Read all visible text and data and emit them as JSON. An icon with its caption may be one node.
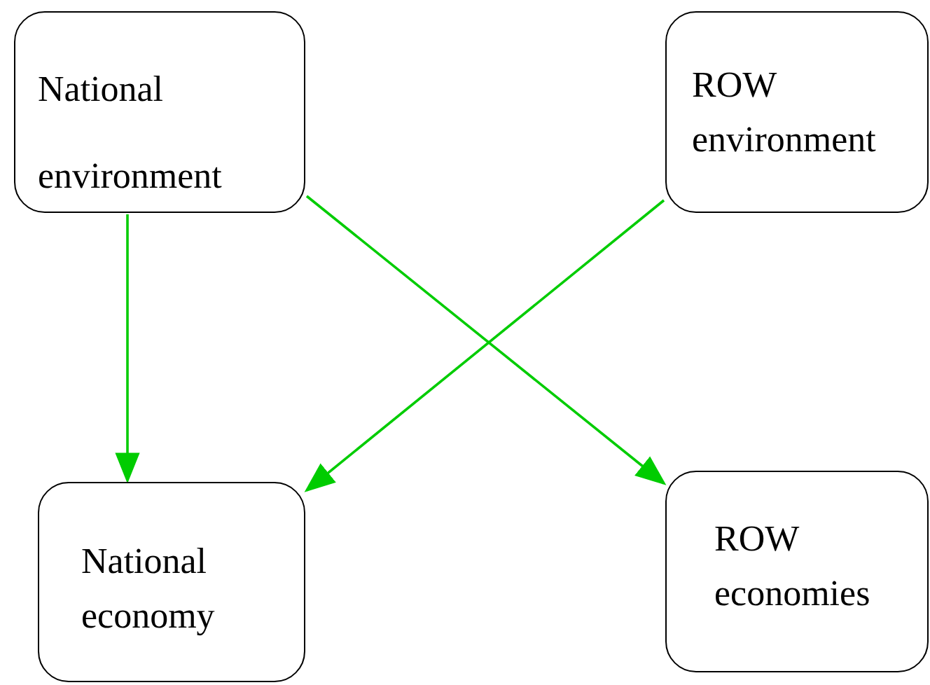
{
  "diagram": {
    "nodes": [
      {
        "text": [
          "National environment"
        ]
      },
      {
        "text": [
          "ROW environment"
        ]
      },
      {
        "text": [
          "National economy"
        ]
      },
      {
        "text": [
          "ROW economies"
        ]
      }
    ],
    "edges": [
      {
        "from": 0,
        "to": 2,
        "arrow": "to"
      },
      {
        "from": 0,
        "to": 3,
        "arrow": "to"
      },
      {
        "from": 1,
        "to": 2,
        "arrow": "to"
      }
    ]
  }
}
